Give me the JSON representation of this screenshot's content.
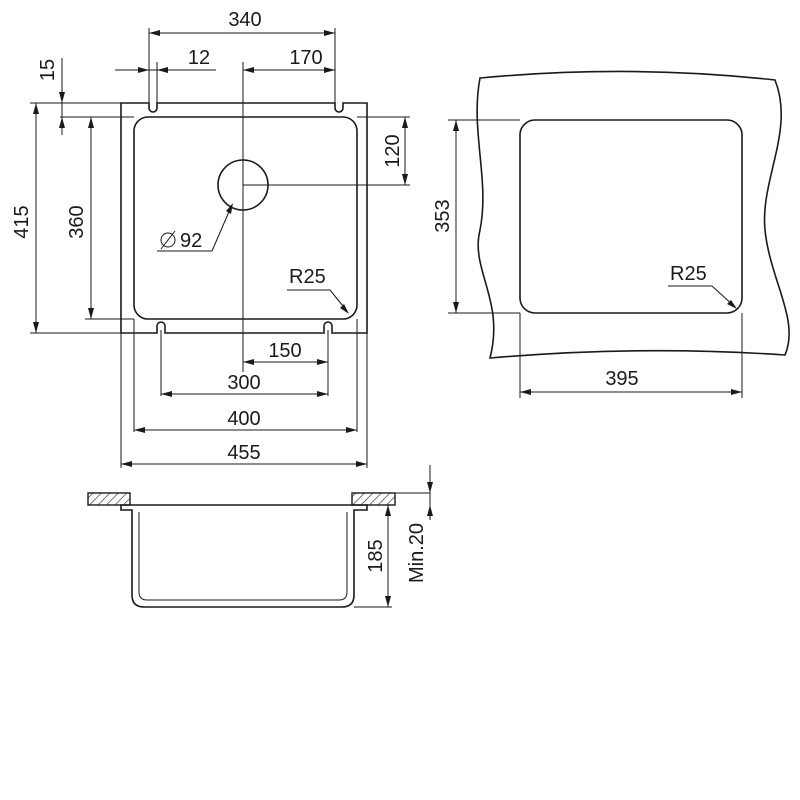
{
  "top_view": {
    "dims": {
      "width_340": "340",
      "offset_12": "12",
      "offset_170": "170",
      "offset_15": "15",
      "depth_120": "120",
      "height_415": "415",
      "height_360": "360",
      "hole_diameter": "92",
      "bowl_radius": "R25",
      "width_150": "150",
      "width_300": "300",
      "width_400": "400",
      "width_455": "455"
    }
  },
  "cutout_view": {
    "dims": {
      "height_353": "353",
      "radius": "R25",
      "width_395": "395"
    }
  },
  "section_view": {
    "dims": {
      "depth_185": "185",
      "min_thickness": "Min.20"
    }
  },
  "colors": {
    "line": "#1a1a1a",
    "hatch": "#1a1a1a",
    "background": "#ffffff"
  },
  "icons": {
    "diameter": "diameter-symbol-icon"
  }
}
